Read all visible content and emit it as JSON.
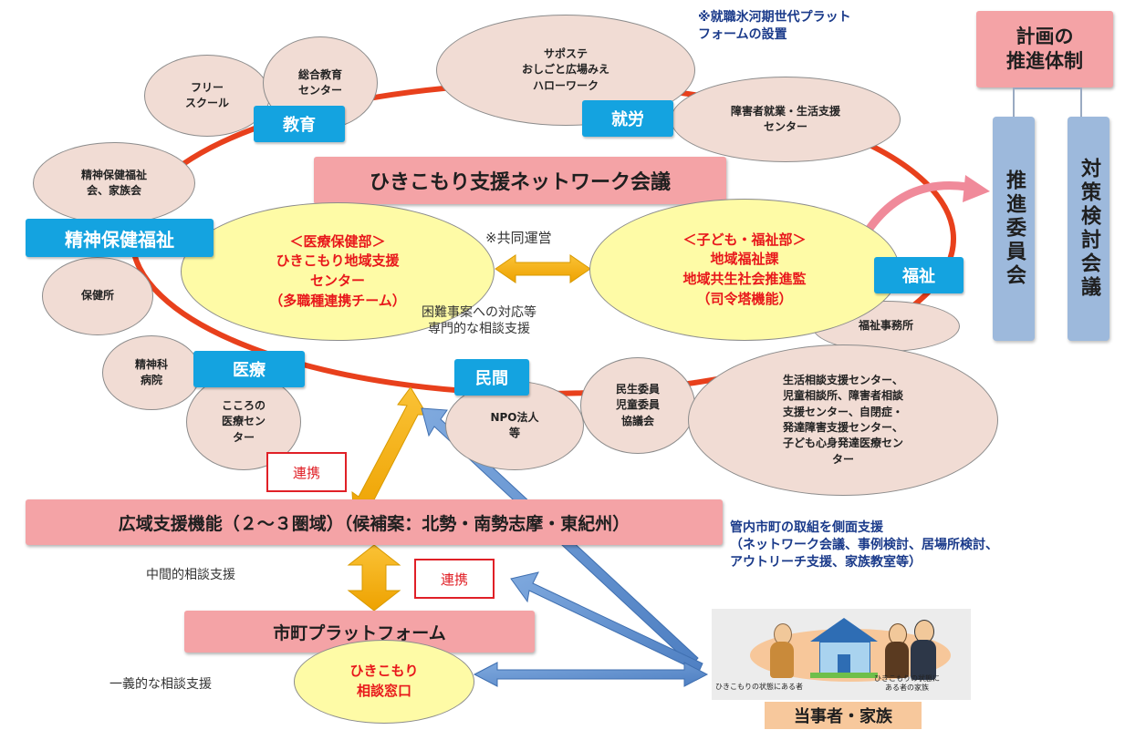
{
  "network_title": "ひきこもり支援ネットワーク会議",
  "note_top": "※就職氷河期世代プラット\nフォームの設置",
  "plan_header": "計画の\n推進体制",
  "plan_columns": [
    "推進委員会",
    "対策検討会議"
  ],
  "sectors": {
    "education": "教育",
    "employment": "就労",
    "mental_health": "精神保健福祉",
    "welfare": "福祉",
    "medical": "医療",
    "private": "民間"
  },
  "orgs": {
    "free_school": "フリー\nスクール",
    "education_center": "総合教育\nセンター",
    "employment_centers": "サポステ\nおしごと広場みえ\nハローワーク",
    "disability_employment": "障害者就業・生活支援\nセンター",
    "mental_health_council": "精神保健福祉\n会、家族会",
    "health_center": "保健所",
    "psychiatric": "精神科\n病院",
    "kokoro": "こころの\n医療セン\nター",
    "npo": "NPO法人\n等",
    "minsei": "民生委員\n児童委員\n協議会",
    "welfare_office": "福祉事務所",
    "consult_centers": "生活相談支援センター、\n児童相談所、障害者相談\n支援センター、自閉症・\n発達障害支援センター、\n子ども心身発達医療セン\nター"
  },
  "medical_dept": "＜医療保健部＞\nひきこもり地域支援\nセンター\n（多職種連携チーム）",
  "child_dept": "＜子ども・福祉部＞\n地域福祉課\n地域共生社会推進監\n（司令塔機能）",
  "joint_label": "※共同運営",
  "difficult_cases": "困難事案への対応等\n専門的な相談支援",
  "renkei": "連携",
  "wide_area": "広域支援機能（２～３圏域）（候補案：北勢・南勢志摩・東紀州）",
  "intermediate": "中間的相談支援",
  "side_support": "管内市町の取組を側面支援\n（ネットワーク会議、事例検討、居場所検討、\nアウトリーチ支援、家族教室等）",
  "municipal_platform": "市町プラットフォーム",
  "primary": "一義的な相談支援",
  "hikikomori_window": "ひきこもり\n相談窓口",
  "family_caption_left": "ひきこもりの状態にある者",
  "family_caption_right": "ひきこもりの状態に\nある者の家族",
  "family_label": "当事者・家族",
  "colors": {
    "ring": "#e8401c",
    "accent_blue": "#14a3e0",
    "pink": "#f4a3a6",
    "yellow": "#fefba6",
    "arrow_yellow": "#f5b406",
    "arrow_blue": "#5b8ecf"
  }
}
